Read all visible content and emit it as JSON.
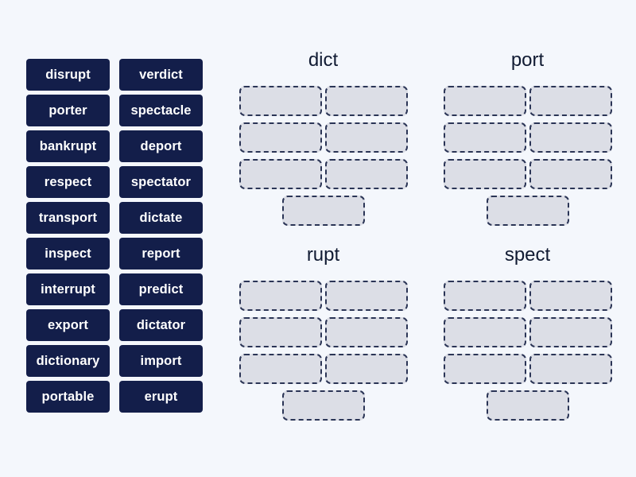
{
  "page": {
    "background_color": "#f4f7fc",
    "tile_color": "#131e4a",
    "tile_text_color": "#ffffff",
    "slot_fill_color": "#dcdee6",
    "slot_border_color": "#2b3556",
    "title_color": "#111b33"
  },
  "word_bank": {
    "words": [
      "disrupt",
      "verdict",
      "porter",
      "spectacle",
      "bankrupt",
      "deport",
      "respect",
      "spectator",
      "transport",
      "dictate",
      "inspect",
      "report",
      "interrupt",
      "predict",
      "export",
      "dictator",
      "dictionary",
      "import",
      "portable",
      "erupt"
    ]
  },
  "groups": [
    {
      "title": "dict",
      "slot_count": 7,
      "filled": []
    },
    {
      "title": "port",
      "slot_count": 7,
      "filled": []
    },
    {
      "title": "rupt",
      "slot_count": 7,
      "filled": []
    },
    {
      "title": "spect",
      "slot_count": 7,
      "filled": []
    }
  ]
}
